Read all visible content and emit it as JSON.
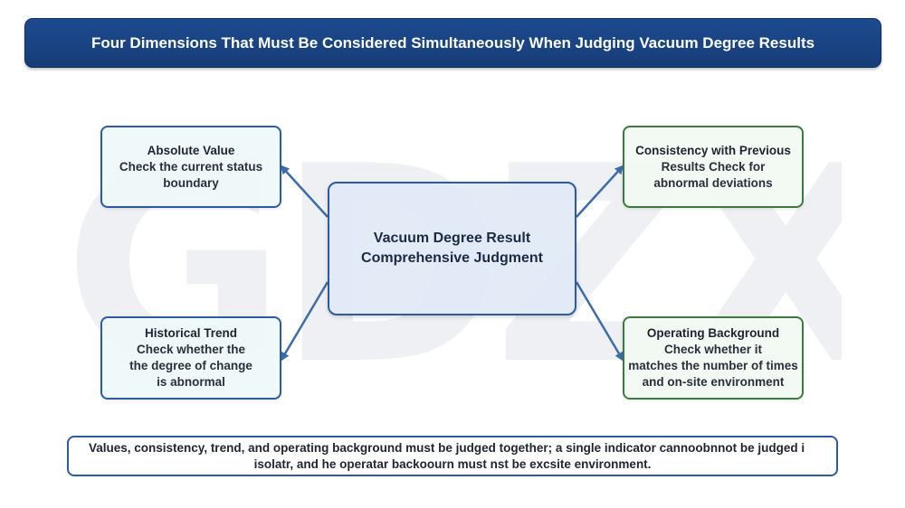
{
  "title": "Four Dimensions That Must Be Considered Simultaneously When Judging Vacuum Degree Results",
  "watermark": "GDZX",
  "center": {
    "line1": "Vacuum Degree Result",
    "line2": "Comprehensive Judgment"
  },
  "boxes": {
    "top_left": {
      "head": "Absolute Value",
      "lines": [
        "Check the current status",
        "boundary"
      ]
    },
    "top_right": {
      "head": "Consistency with Previous",
      "lines": [
        "Results Check for",
        "abnormal deviations"
      ]
    },
    "bottom_left": {
      "head": "Historical Trend",
      "lines": [
        "Check whether the",
        "the degree of change",
        "is abnormal"
      ]
    },
    "bottom_right": {
      "head": "Operating Background",
      "lines": [
        "Check whether it",
        "matches the number of times",
        "and on-site environment"
      ]
    }
  },
  "footer": {
    "line1": "Values, consistency, trend, and operating background must be judged together; a single indicator cannoobnnot be judged i",
    "line2": "isolatr, and he operatar backoourn must nst be excsite environment."
  },
  "colors": {
    "title_bar": "#1d4b8f",
    "blue_border": "#2c5c9e",
    "green_border": "#3d7a3f",
    "arrow": "#3d6da8"
  }
}
